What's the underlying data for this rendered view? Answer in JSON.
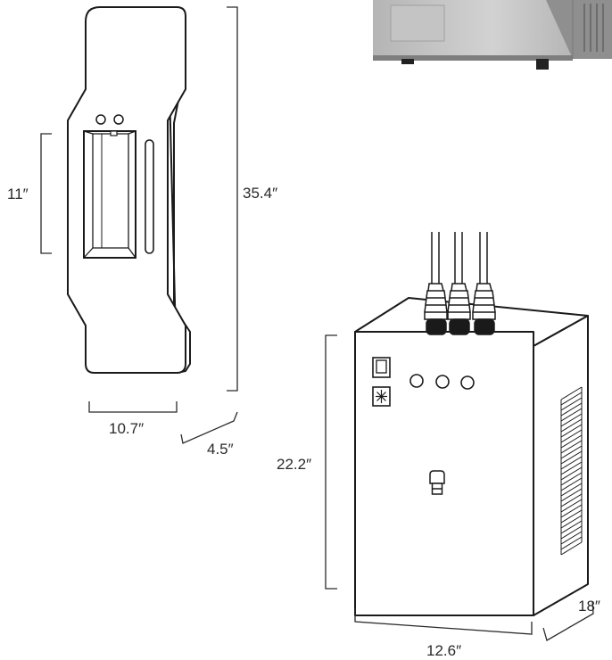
{
  "panel_dimensions": {
    "height": "35.4″",
    "width": "10.7″",
    "depth": "4.5″",
    "opening_height": "11″"
  },
  "chiller_dimensions": {
    "height": "22.2″",
    "width": "12.6″",
    "depth": "18″"
  },
  "colors": {
    "line": "#2a2a2a",
    "steel_light": "#c9c9c9",
    "steel_dark": "#8e8e8e"
  }
}
